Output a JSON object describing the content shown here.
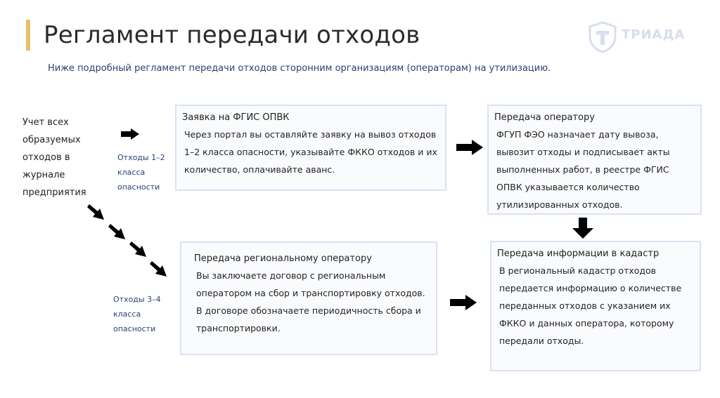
{
  "header": {
    "title": "Регламент передачи отходов",
    "subtitle": "Ниже подробный регламент передачи отходов сторонним организациям (операторам) на утилизацию."
  },
  "logo": {
    "text": "ТРИАДА",
    "icon": "shield-t-logo-icon",
    "color": "#8ea3c9"
  },
  "colors": {
    "accent": "#e8c06a",
    "box_border": "#d9e2f1",
    "class_text": "#2a3f72"
  },
  "flow": {
    "start_label": "Учет всех образуемых отходов в журнале предприятия",
    "branch_class_1_2": "Отходы 1–2 класса опасности",
    "branch_class_3_4": "Отходы 3–4 класса опасности",
    "steps": [
      {
        "title": "Заявка на ФГИС ОПВК",
        "text": "Через портал вы оставляйте заявку на вывоз отходов 1–2 класса опасности, указывайте ФККО отходов и их количество, оплачивайте аванс."
      },
      {
        "title": "Передача оператору",
        "text": "ФГУП ФЭО назначает дату вывоза, вывозит отходы и подписывает акты выполненных работ,  в реестре ФГИС ОПВК указывается количество утилизированных отходов."
      },
      {
        "title": "Передача региональному оператору",
        "text": "Вы заключаете договор с региональным оператором на сбор и транспортировку отходов. В договоре обозначаете периодичность сбора и транспортировки."
      },
      {
        "title": "Передача информации в кадастр",
        "text": "В региональный кадастр отходов передается информацию о количестве переданных отходов с указанием их ФККО и данных оператора, которому передали отходы."
      }
    ]
  }
}
